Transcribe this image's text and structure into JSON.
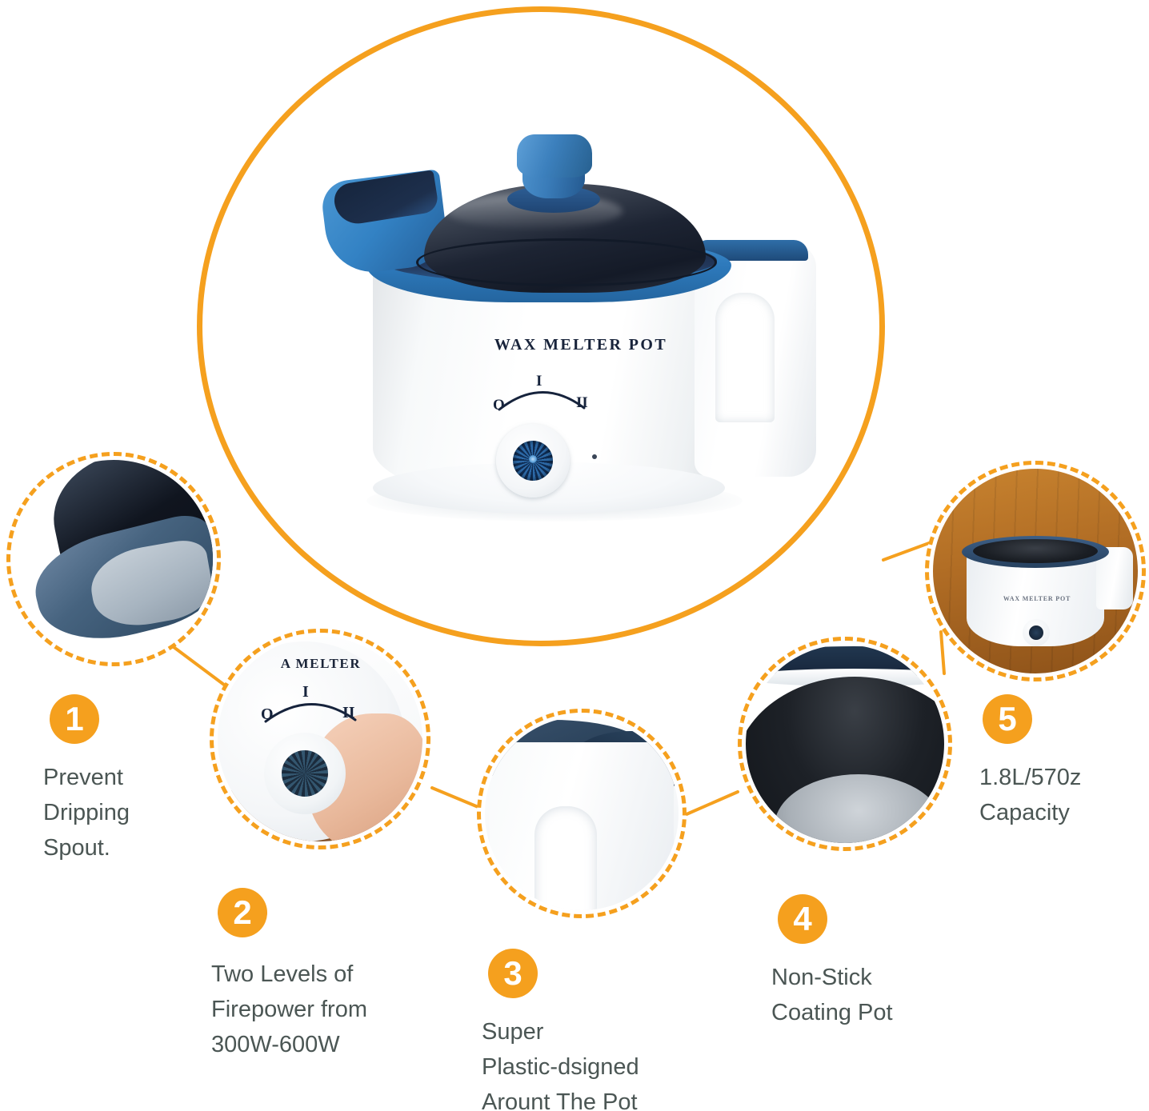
{
  "product": {
    "brand_label": "WAX MELTER POT",
    "dial_marks": {
      "off": "O",
      "low": "I",
      "high": "II"
    }
  },
  "features": [
    {
      "number": "1",
      "lines": [
        "Prevent",
        "Dripping",
        "Spout."
      ],
      "thumb_name": "spout-detail"
    },
    {
      "number": "2",
      "lines": [
        "Two Levels of",
        "Firepower from",
        "300W-600W"
      ],
      "thumb_name": "control-dial-detail"
    },
    {
      "number": "3",
      "lines": [
        "Super",
        "Plastic-dsigned",
        "Arount The Pot"
      ],
      "thumb_name": "handle-detail"
    },
    {
      "number": "4",
      "lines": [
        "Non-Stick",
        "Coating Pot"
      ],
      "thumb_name": "nonstick-interior-detail"
    },
    {
      "number": "5",
      "lines": [
        "1.8L/570z",
        "Capacity"
      ],
      "thumb_name": "capacity-detail"
    }
  ],
  "thumb2_brand_label": "A MELTER",
  "thumb5_brand_label": "WAX MELTER POT",
  "colors": {
    "accent_orange": "#F5A01E",
    "text_gray": "#4B5654",
    "pot_blue": "#2F7FC4",
    "lid_dark": "#16243C",
    "badge_text": "#FFFFFF",
    "background": "#FFFFFF"
  }
}
